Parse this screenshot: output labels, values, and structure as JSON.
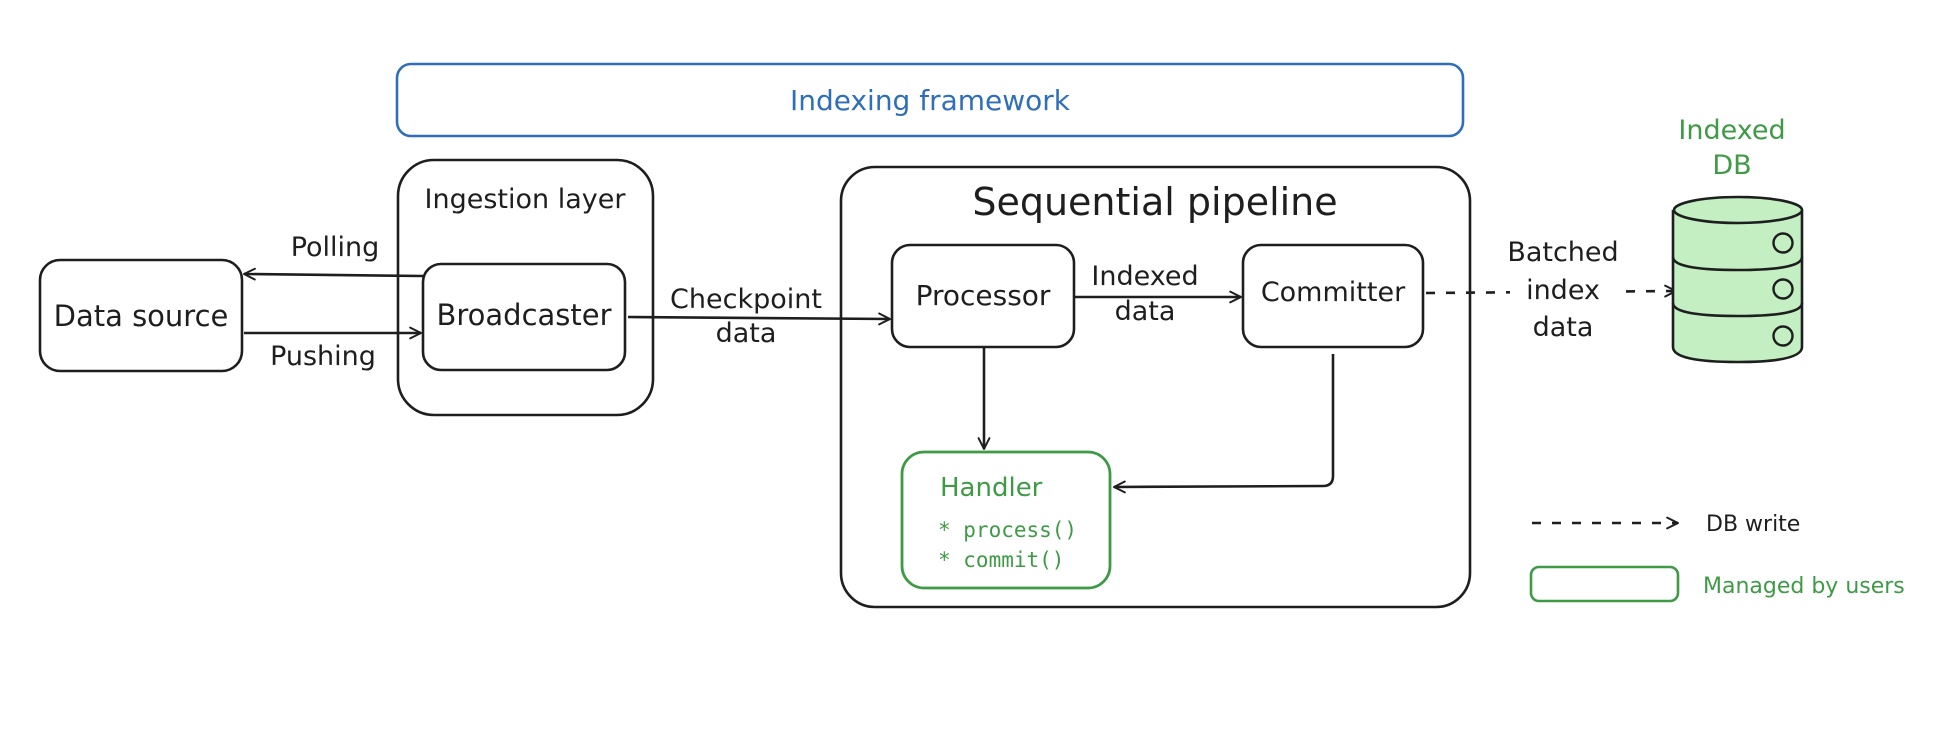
{
  "colors": {
    "ink": "#1e1e1e",
    "framework": "#2f6fba",
    "user": "#3f9a46",
    "db_fill": "#c3efc3",
    "background": "#ffffff"
  },
  "framework": {
    "label": "Indexing framework"
  },
  "data_source": {
    "label": "Data source"
  },
  "ingestion": {
    "title": "Ingestion layer",
    "broadcaster": "Broadcaster"
  },
  "arrows": {
    "polling": "Polling",
    "pushing": "Pushing",
    "checkpoint_line1": "Checkpoint",
    "checkpoint_line2": "data",
    "indexed_line1": "Indexed",
    "indexed_line2": "data",
    "batched_line1": "Batched",
    "batched_line2": "index",
    "batched_line3": "data"
  },
  "pipeline": {
    "title": "Sequential pipeline",
    "processor": "Processor",
    "committer": "Committer",
    "handler": {
      "title": "Handler",
      "methods": [
        "* process()",
        "* commit()"
      ]
    }
  },
  "db": {
    "line1": "Indexed",
    "line2": "DB",
    "icon": "database-icon"
  },
  "legend": {
    "db_write": "DB write",
    "managed": "Managed by users"
  }
}
